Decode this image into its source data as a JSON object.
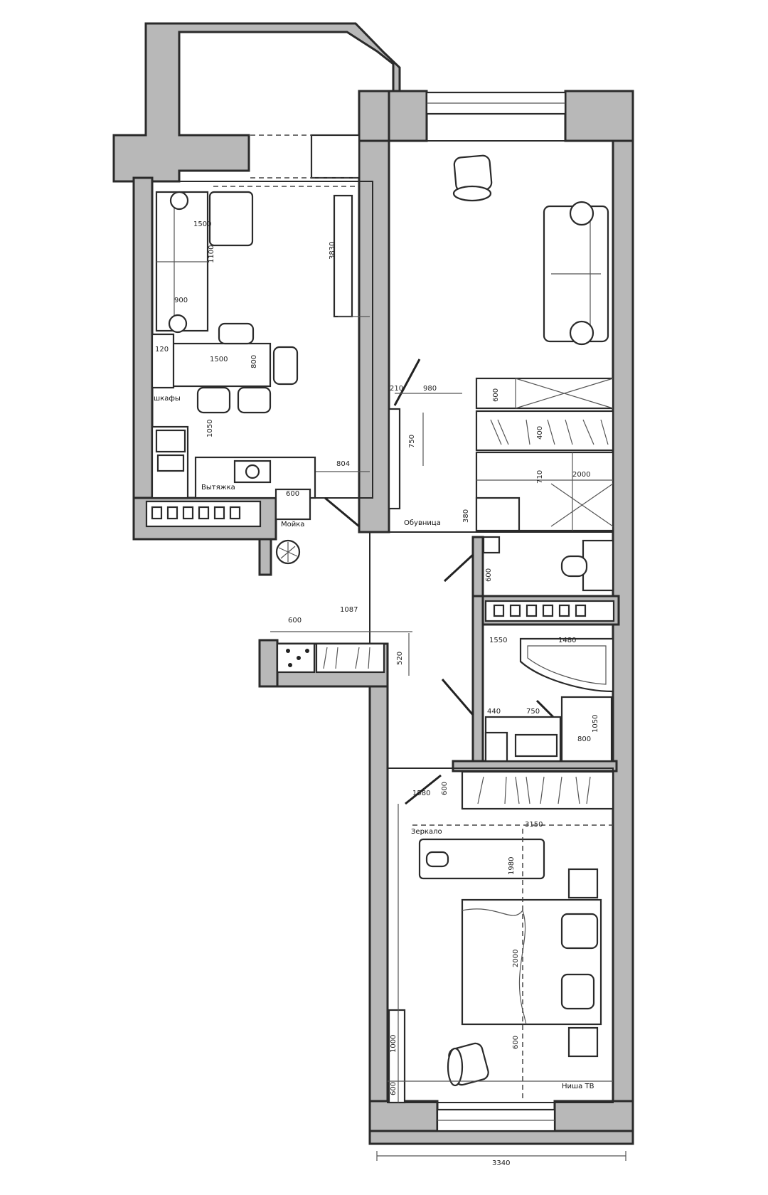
{
  "plan": {
    "labels": {
      "wardrobe": "шкафы",
      "hood": "Вытяжка",
      "sink": "Мойка",
      "wardrobe_hall": "Обувница",
      "desk": "Зеркало",
      "tv_note": "Ниша ТВ"
    },
    "dimensions": {
      "kitchen_sofa": "1500",
      "kitchen_sofa_h": "1100",
      "kitchen_depth": "3830",
      "kitchen_sofa_w": "900",
      "kitchen_table": "1500",
      "kitchen_table_side": "800",
      "kitchen_small": "120",
      "kitchen_counter": "1050",
      "kitchen_door": "804",
      "kitchen_corner": "600",
      "hall_door": "980",
      "hall_side": "210",
      "hall_depth": "750",
      "living_wardrobe": "600",
      "living_cab1": "400",
      "living_cab2": "2000",
      "living_cab3": "710",
      "living_small": "380",
      "bath_toilet": "600",
      "bath_tub": "1480",
      "bath_left": "1550",
      "bath_door": "440",
      "bath_shower": "750",
      "bath_shower_h": "1050",
      "bath_wash": "800",
      "hall_entry_a": "600",
      "hall_entry_b": "1087",
      "hall_entry_c": "520",
      "bed_closet": "1580",
      "bed_closet_b": "600",
      "bed_top": "3150",
      "bed_desk": "1980",
      "bed_len": "2000",
      "bed_side": "600",
      "bed_bottom": "600",
      "bed_left": "1000",
      "bed_total": "3340"
    }
  }
}
